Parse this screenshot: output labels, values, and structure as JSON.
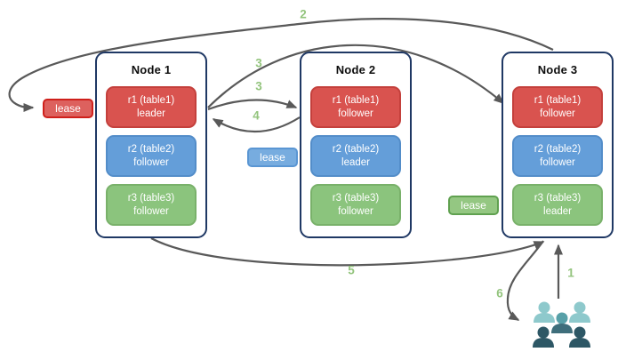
{
  "diagram": {
    "nodes": [
      {
        "title": "Node 1",
        "replicas": [
          {
            "name": "r1 (table1)",
            "role": "leader",
            "color": "red"
          },
          {
            "name": "r2 (table2)",
            "role": "follower",
            "color": "blue"
          },
          {
            "name": "r3 (table3)",
            "role": "follower",
            "color": "green"
          }
        ]
      },
      {
        "title": "Node 2",
        "replicas": [
          {
            "name": "r1 (table1)",
            "role": "follower",
            "color": "red"
          },
          {
            "name": "r2 (table2)",
            "role": "leader",
            "color": "blue"
          },
          {
            "name": "r3 (table3)",
            "role": "follower",
            "color": "green"
          }
        ]
      },
      {
        "title": "Node 3",
        "replicas": [
          {
            "name": "r1 (table1)",
            "role": "follower",
            "color": "red"
          },
          {
            "name": "r2 (table2)",
            "role": "follower",
            "color": "blue"
          },
          {
            "name": "r3 (table3)",
            "role": "leader",
            "color": "green"
          }
        ]
      }
    ],
    "leases": [
      {
        "label": "lease",
        "color": "red"
      },
      {
        "label": "lease",
        "color": "blue"
      },
      {
        "label": "lease",
        "color": "green"
      }
    ],
    "steps": [
      {
        "label": "2"
      },
      {
        "label": "3"
      },
      {
        "label": "3"
      },
      {
        "label": "4"
      },
      {
        "label": "5"
      },
      {
        "label": "1"
      },
      {
        "label": "6"
      }
    ],
    "icons": {
      "users": "users-group-icon"
    },
    "colors": {
      "arrow": "#595959",
      "step_label": "#93c47d",
      "node_border": "#1f3864",
      "red": "#d9534f",
      "blue": "#649ed9",
      "green": "#8bc47d",
      "users_light": "#8ec9cc",
      "users_medium": "#57a0a8",
      "users_dark": "#2d5765"
    }
  }
}
